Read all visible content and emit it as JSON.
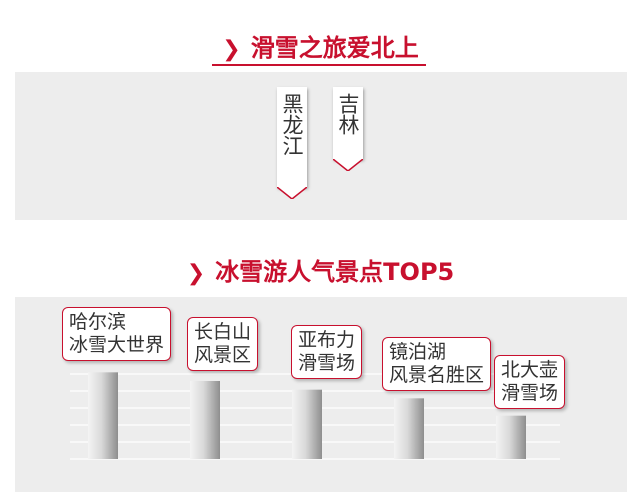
{
  "section1": {
    "chevron": "❯",
    "title": "滑雪之旅爱北上"
  },
  "flags": [
    "黑龙江",
    "吉林"
  ],
  "section2": {
    "chevron": "❯",
    "title": "冰雪游人气景点TOP5"
  },
  "colors": {
    "accent": "#c8102e",
    "panel": "#ededed"
  },
  "chart_data": {
    "type": "bar",
    "title": "冰雪游人气景点TOP5",
    "categories": [
      [
        "哈尔滨",
        "冰雪大世界"
      ],
      [
        "长白山",
        "风景区"
      ],
      [
        "亚布力",
        "滑雪场"
      ],
      [
        "镜泊湖",
        "风景名胜区"
      ],
      [
        "北大壶",
        "滑雪场"
      ]
    ],
    "values": [
      5,
      4.5,
      4,
      3.5,
      2.5
    ],
    "ylim": [
      0,
      6
    ],
    "grid": true,
    "legend": "none"
  }
}
